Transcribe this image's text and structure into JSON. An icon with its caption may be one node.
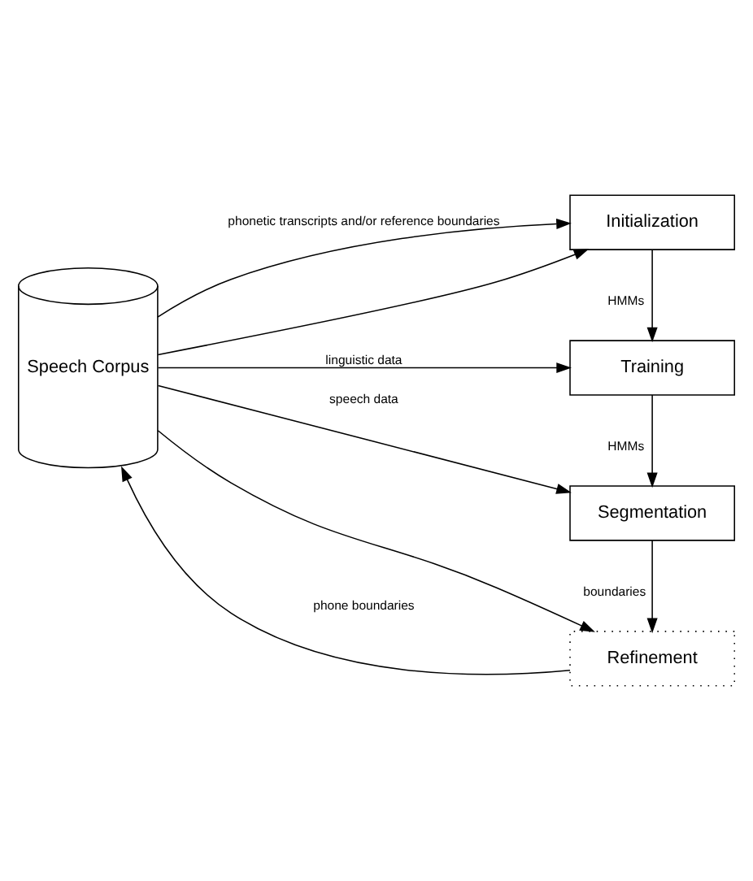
{
  "diagram": {
    "nodes": [
      {
        "text": [
          "Speech Corpus"
        ]
      },
      {
        "text": [
          "Initialization"
        ]
      },
      {
        "text": [
          "Training"
        ]
      },
      {
        "text": [
          "Segmentation"
        ]
      },
      {
        "text": [
          "Refinement"
        ]
      }
    ],
    "edges": [
      {
        "from": 0,
        "to": 1,
        "arrow": "to",
        "label": "phonetic transcripts and/or reference boundaries"
      },
      {
        "from": 0,
        "to": 1,
        "arrow": "to"
      },
      {
        "from": 0,
        "to": 2,
        "arrow": "to",
        "label": "linguistic data"
      },
      {
        "from": 0,
        "to": 3,
        "arrow": "to",
        "label": "speech data"
      },
      {
        "from": 0,
        "to": 4,
        "arrow": "to"
      },
      {
        "from": 1,
        "to": 2,
        "arrow": "to",
        "label": "HMMs"
      },
      {
        "from": 2,
        "to": 3,
        "arrow": "to",
        "label": "HMMs"
      },
      {
        "from": 3,
        "to": 4,
        "arrow": "to",
        "label": "boundaries"
      },
      {
        "from": 4,
        "to": 0,
        "arrow": "to",
        "label": "phone boundaries"
      }
    ]
  }
}
